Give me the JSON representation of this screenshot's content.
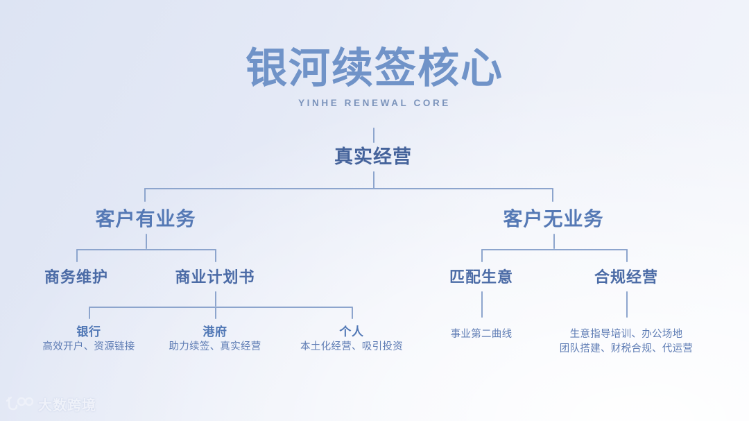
{
  "header": {
    "title": "银河续签核心",
    "subtitle": "YINHE RENEWAL CORE"
  },
  "colors": {
    "title": "#7093c8",
    "subtitle": "#7b93bb",
    "line": "#8da5cd",
    "node_level1": "#45639b",
    "node_level2": "#5579b5",
    "node_level3": "#4b6ba6",
    "leaf_title": "#5077b5",
    "leaf_desc": "#5e7cb4",
    "background_start": "#dde4f3",
    "background_end": "#f4f6fb"
  },
  "tree": {
    "root": {
      "label": "真实经营"
    },
    "branches": [
      {
        "label": "客户有业务",
        "children": [
          {
            "label": "商务维护",
            "leaves": []
          },
          {
            "label": "商业计划书",
            "leaves": [
              {
                "title": "银行",
                "desc": "高效开户、资源链接"
              },
              {
                "title": "港府",
                "desc": "助力续签、真实经营"
              },
              {
                "title": "个人",
                "desc": "本土化经营、吸引投资"
              }
            ]
          }
        ]
      },
      {
        "label": "客户无业务",
        "children": [
          {
            "label": "匹配生意",
            "leaves": [
              {
                "title": "",
                "desc": "事业第二曲线"
              }
            ]
          },
          {
            "label": "合规经营",
            "leaves": [
              {
                "title": "",
                "desc": "生意指导培训、办公场地",
                "desc2": "团队搭建、财税合规、代运营"
              }
            ]
          }
        ]
      }
    ]
  },
  "watermark": {
    "brand": "大数跨境",
    "mark": "logo-100-icon"
  }
}
